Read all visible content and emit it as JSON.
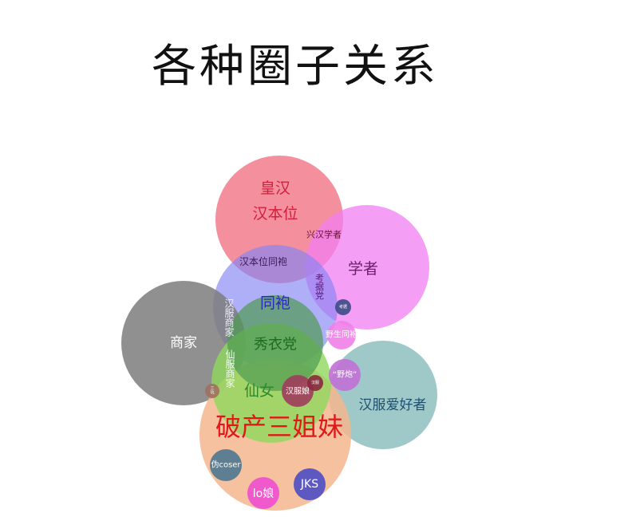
{
  "title": "各种圈子关系",
  "circles": [
    {
      "label": "皇汉",
      "label2": "汉本位",
      "color": "#f06a7c",
      "text_color": "#d0203c"
    },
    {
      "label": "学者",
      "color": "#f27ef2",
      "text_color": "#6a1e6a"
    },
    {
      "label": "同袍",
      "color": "#8484f2",
      "text_color": "#2a2ab8"
    },
    {
      "label": "商家",
      "color": "#7d7d7d",
      "text_color": "#ffffff"
    },
    {
      "label": "汉服爱好者",
      "color": "#7fb6b6",
      "text_color": "#1e5070"
    },
    {
      "label": "破产三姐妹",
      "color": "#f4b68e",
      "text_color": "#e01818"
    },
    {
      "label": "仙女",
      "color": "#8ed85c",
      "text_color": "#2e8a2e"
    },
    {
      "label": "秀衣党",
      "color": "#4e9a52",
      "text_color": "#1e6a1e"
    }
  ],
  "overlap_labels": {
    "xinghan_scholar": "兴汉学者",
    "hanbenwei_tongpao": "汉本位同袍",
    "kaojudang": "考据党",
    "hanfu_shangjia": "汉服商家",
    "xianfu_shangjia": "仙服商家"
  },
  "small_circles": [
    {
      "label": "考据",
      "color": "#3c4a8a"
    },
    {
      "label": "野生同袍",
      "color": "#f080e8"
    },
    {
      "label": "“野炮”",
      "color": "#c070d4"
    },
    {
      "label": "汉服娘",
      "color": "#a03c5c"
    },
    {
      "label": "汉服",
      "color": "#8a2840"
    },
    {
      "label": "三坑",
      "color": "#a07060"
    },
    {
      "label": "伪coser",
      "color": "#4e7890"
    },
    {
      "label": "lo娘",
      "color": "#f04ed0"
    },
    {
      "label": "JKS",
      "color": "#4e4ec4"
    }
  ]
}
